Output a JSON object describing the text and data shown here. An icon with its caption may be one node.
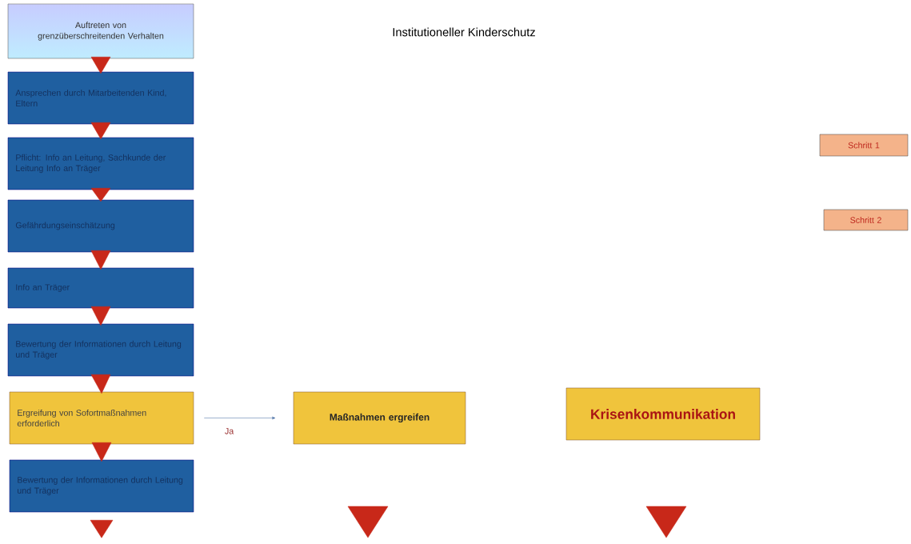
{
  "diagram": {
    "title": "Institutioneller Kinderschutz",
    "nodes": [
      {
        "text": [
          "Auftreten von grenzüberschreitenden Verhalten"
        ]
      },
      {
        "text": [
          "Ansprechen durch Mitarbeitenden Kind, Eltern"
        ]
      },
      {
        "text": [
          "Pflicht: Info an Leitung, Sachkunde der Leitung Info an Träger"
        ]
      },
      {
        "text": [
          "Gefährdungseinschätzung"
        ]
      },
      {
        "text": [
          "Info an Träger"
        ]
      },
      {
        "text": [
          "Bewertung der Informationen durch Leitung und Träger"
        ]
      },
      {
        "text": [
          "Ergreifung von Sofortmaßnahmen erforderlich"
        ]
      },
      {
        "text": [
          "Bewertung der Informationen durch Leitung und Träger"
        ]
      },
      {
        "text": [
          "Maßnahmen ergreifen"
        ]
      },
      {
        "text": [
          "Krisenkommunikation"
        ]
      },
      {
        "text": [
          "Schritt 1"
        ]
      },
      {
        "text": [
          "Schritt 2"
        ]
      }
    ],
    "edges": [
      {
        "from": 0,
        "to": 1,
        "arrow": "to"
      },
      {
        "from": 1,
        "to": 2,
        "arrow": "to"
      },
      {
        "from": 2,
        "to": 3,
        "arrow": "to"
      },
      {
        "from": 3,
        "to": 4,
        "arrow": "to"
      },
      {
        "from": 4,
        "to": 5,
        "arrow": "to"
      },
      {
        "from": 5,
        "to": 6,
        "arrow": "to"
      },
      {
        "from": 6,
        "to": 7,
        "arrow": "to"
      },
      {
        "from": 7,
        "to": null,
        "arrow": "to"
      },
      {
        "from": 6,
        "to": 8,
        "arrow": "to",
        "label": "Ja",
        "color": "#4a6fa5"
      }
    ]
  }
}
